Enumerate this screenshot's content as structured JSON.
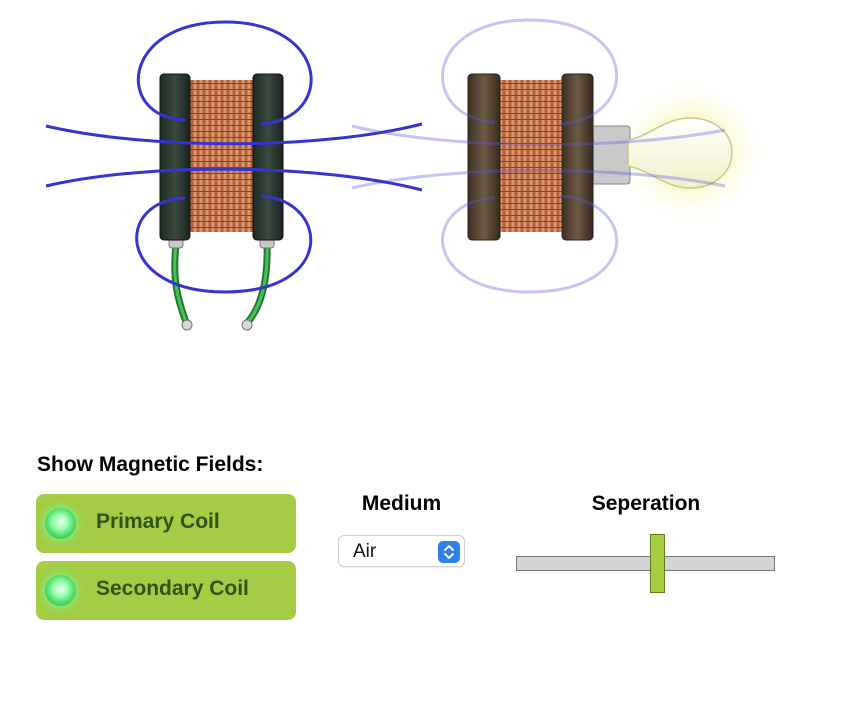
{
  "fields": {
    "heading": "Show Magnetic Fields:",
    "primary": {
      "label": "Primary Coil",
      "enabled": true
    },
    "secondary": {
      "label": "Secondary Coil",
      "enabled": true
    },
    "led_color": "#4fdc6b"
  },
  "medium": {
    "heading": "Medium",
    "value": "Air"
  },
  "separation": {
    "heading": "Seperation",
    "value_fraction": 0.55
  },
  "colors": {
    "accent": "#a4cc44",
    "field_line": "#3434d2",
    "copper": "#c9784b",
    "wire": "#2ea33a",
    "bulb_glow": "#f6f6a0"
  }
}
